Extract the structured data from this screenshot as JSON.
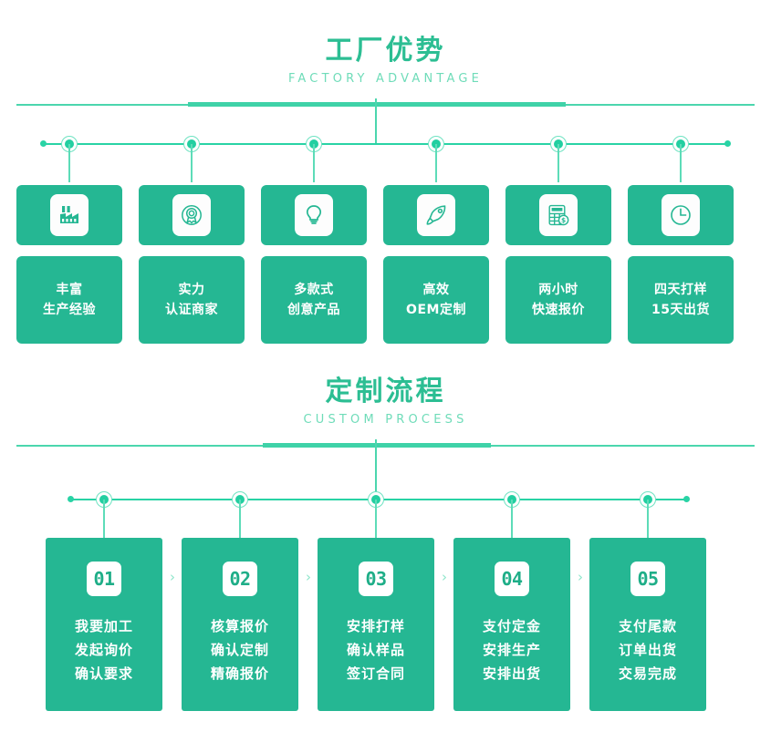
{
  "theme": {
    "card_green": "#25b793",
    "title_green": "#2cbe93",
    "subtitle_green": "#6fdcb9",
    "line_green": "#4bd6ae",
    "node_green": "#23cfa1",
    "white": "#ffffff"
  },
  "advantage_section": {
    "title_cn": "工厂优势",
    "title_en": "FACTORY ADVANTAGE",
    "cards": [
      {
        "icon": "factory-icon",
        "line1": "丰富",
        "line2": "生产经验"
      },
      {
        "icon": "award-badge-icon",
        "line1": "实力",
        "line2": "认证商家"
      },
      {
        "icon": "lightbulb-icon",
        "line1": "多款式",
        "line2": "创意产品"
      },
      {
        "icon": "rocket-icon",
        "line1": "高效",
        "line2": "OEM定制"
      },
      {
        "icon": "calculator-money-icon",
        "line1": "两小时",
        "line2": "快速报价"
      },
      {
        "icon": "clock-icon",
        "line1": "四天打样",
        "line2": "15天出货"
      }
    ]
  },
  "process_section": {
    "title_cn": "定制流程",
    "title_en": "CUSTOM PROCESS",
    "separator": "›",
    "steps": [
      {
        "number": "01",
        "line1": "我要加工",
        "line2": "发起询价",
        "line3": "确认要求"
      },
      {
        "number": "02",
        "line1": "核算报价",
        "line2": "确认定制",
        "line3": "精确报价"
      },
      {
        "number": "03",
        "line1": "安排打样",
        "line2": "确认样品",
        "line3": "签订合同"
      },
      {
        "number": "04",
        "line1": "支付定金",
        "line2": "安排生产",
        "line3": "安排出货"
      },
      {
        "number": "05",
        "line1": "支付尾款",
        "line2": "订单出货",
        "line3": "交易完成"
      }
    ]
  }
}
